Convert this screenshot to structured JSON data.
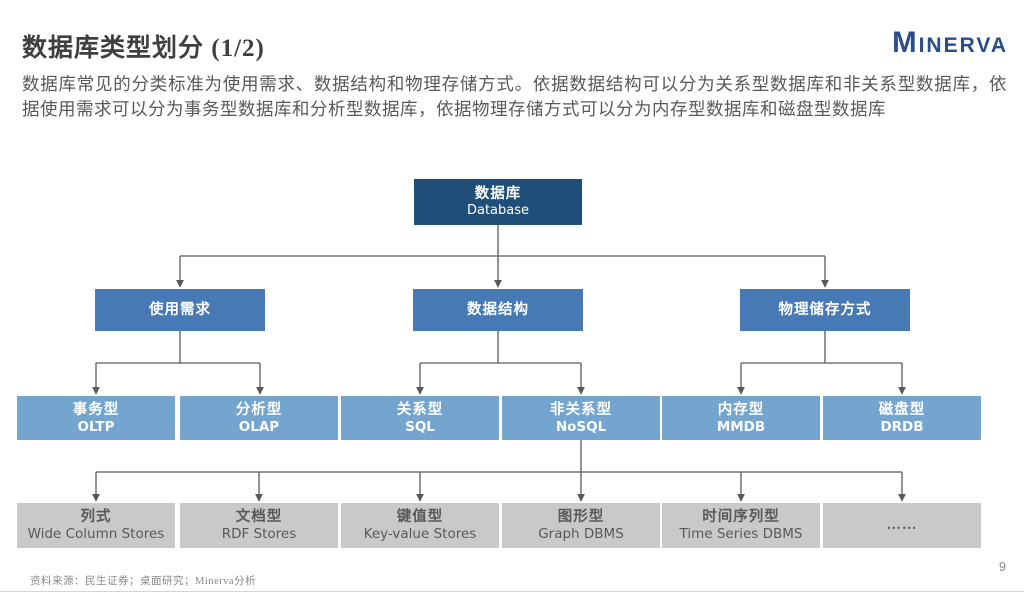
{
  "slide": {
    "title": "数据库类型划分 (1/2)",
    "logo": "MINERVA",
    "body": "数据库常见的分类标准为使用需求、数据结构和物理存储方式。依据数据结构可以分为关系型数据库和非关系型数据库，依据使用需求可以分为事务型数据库和分析型数据库，依据物理存储方式可以分为内存型数据库和磁盘型数据库",
    "footer": "资料来源：民生证券；桌面研究；Minerva分析",
    "page_number": "9"
  },
  "colors": {
    "rootBox": "#1F4E79",
    "branchBox": "#4779B4",
    "leafBlueBox": "#73A5CF",
    "leafGrayBox": "#C9C9C9",
    "connector": "#595959",
    "logo": "#2B4D87"
  },
  "tree": {
    "root": {
      "zh": "数据库",
      "en": "Database"
    },
    "level2": [
      {
        "label": "使用需求"
      },
      {
        "label": "数据结构"
      },
      {
        "label": "物理储存方式"
      }
    ],
    "level3": [
      {
        "zh": "事务型",
        "en": "OLTP"
      },
      {
        "zh": "分析型",
        "en": "OLAP"
      },
      {
        "zh": "关系型",
        "en": "SQL"
      },
      {
        "zh": "非关系型",
        "en": "NoSQL"
      },
      {
        "zh": "内存型",
        "en": "MMDB"
      },
      {
        "zh": "磁盘型",
        "en": "DRDB"
      }
    ],
    "level4": [
      {
        "zh": "列式",
        "en": "Wide Column Stores"
      },
      {
        "zh": "文档型",
        "en": "RDF Stores"
      },
      {
        "zh": "键值型",
        "en": "Key-value Stores"
      },
      {
        "zh": "图形型",
        "en": "Graph DBMS"
      },
      {
        "zh": "时间序列型",
        "en": "Time Series DBMS"
      },
      {
        "zh": "……",
        "en": ""
      }
    ]
  }
}
